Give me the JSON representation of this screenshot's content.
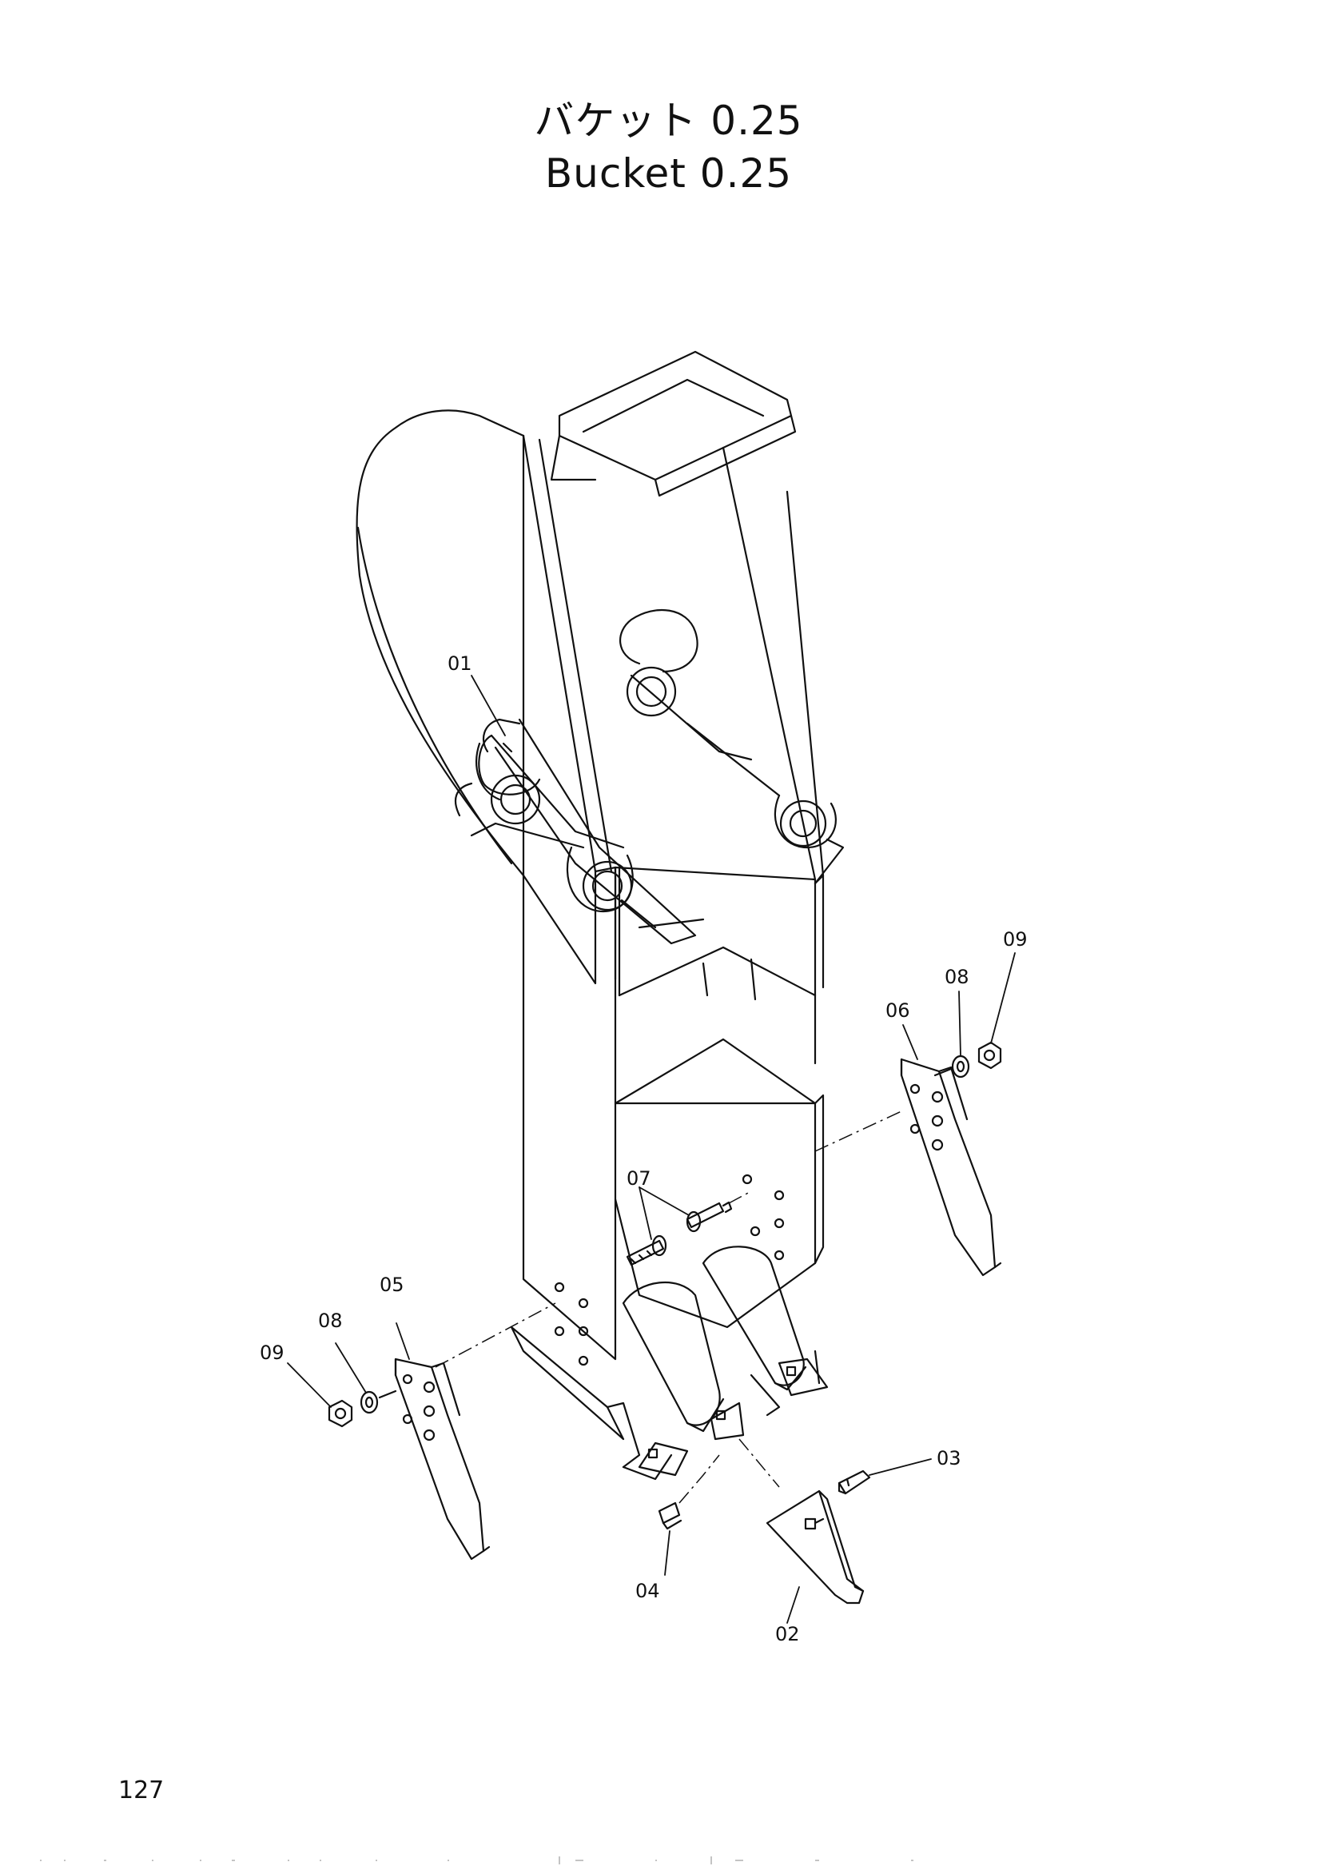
{
  "title": {
    "japanese": "バケット 0.25",
    "english": "Bucket 0.25"
  },
  "page_number": "127",
  "callouts": {
    "c01": "01",
    "c02": "02",
    "c03": "03",
    "c04": "04",
    "c05": "05",
    "c06": "06",
    "c07": "07",
    "c08_left": "08",
    "c08_right": "08",
    "c09_left": "09",
    "c09_right": "09"
  },
  "colors": {
    "ink": "#111111",
    "paper": "#ffffff"
  }
}
